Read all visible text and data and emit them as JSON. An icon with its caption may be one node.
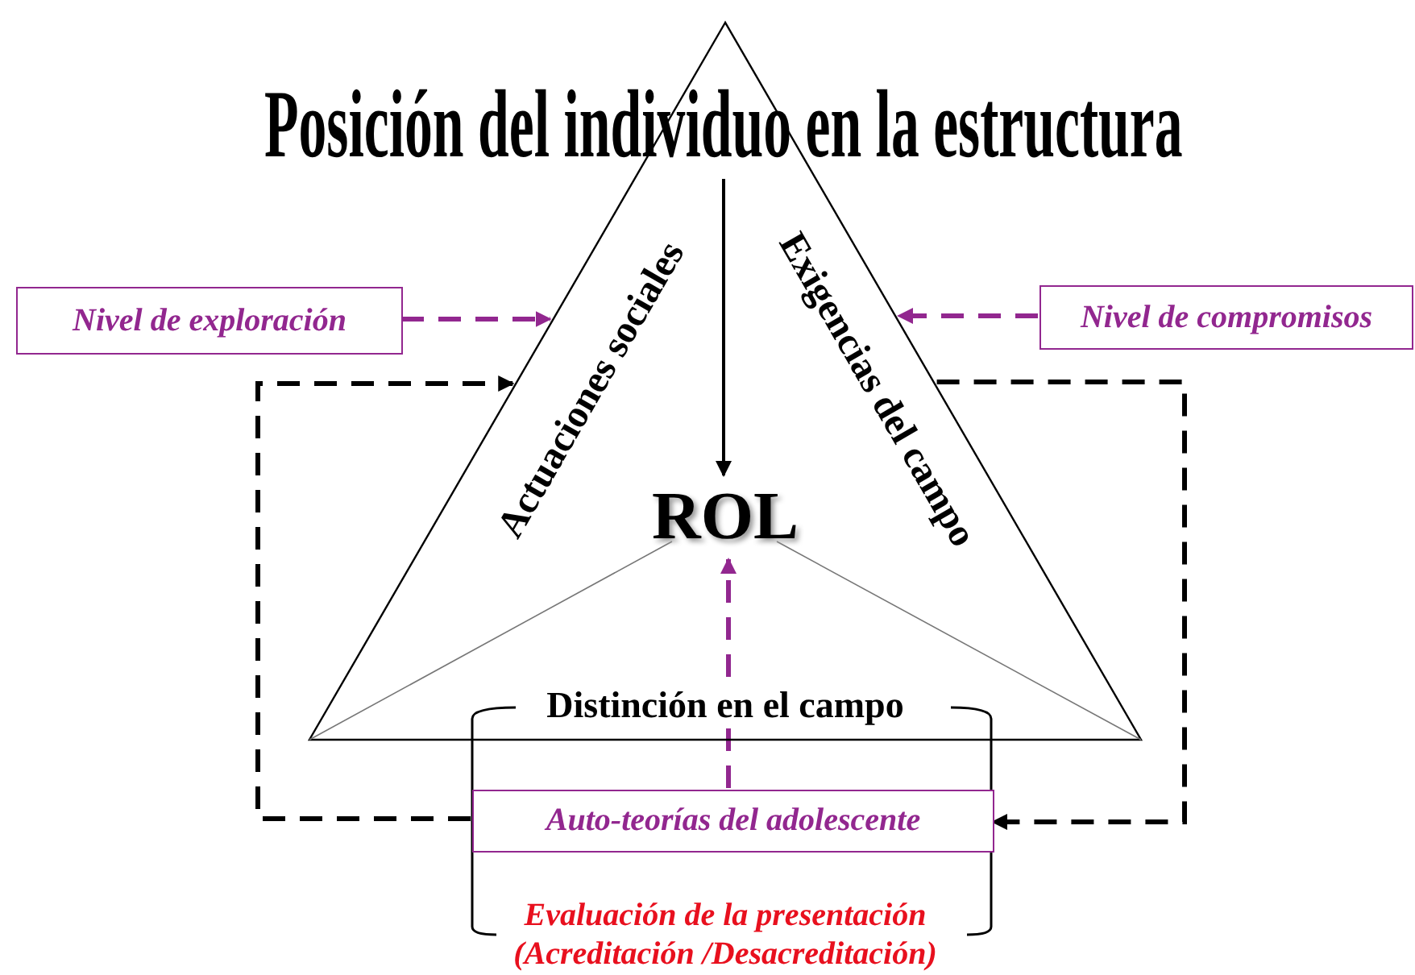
{
  "diagram": {
    "nodes": [
      {
        "text": [
          "Posición del individuo en la estructura"
        ]
      },
      {
        "text": [
          "Actuaciones sociales",
          "Exigencias del campo"
        ]
      },
      {
        "text": [
          "ROL"
        ],
        "in": 1
      },
      {
        "text": [
          "Nivel de exploración"
        ]
      },
      {
        "text": [
          "Nivel de compromisos"
        ]
      },
      {
        "text": [
          "Auto-teorías del adolescente"
        ]
      }
    ],
    "edges": [
      {
        "from": 0,
        "to": 2,
        "arrow": "to"
      },
      {
        "from": 3,
        "to": 1,
        "arrow": "to",
        "style": "dashed",
        "color": "#92278f"
      },
      {
        "from": 4,
        "to": 1,
        "arrow": "to",
        "style": "dashed",
        "color": "#92278f"
      },
      {
        "from": 5,
        "to": 2,
        "arrow": "to",
        "style": "dashed",
        "color": "#92278f"
      },
      {
        "from": 5,
        "to": 1,
        "arrow": "to",
        "style": "dashed"
      },
      {
        "from": 1,
        "to": 5,
        "arrow": "to",
        "style": "dashed"
      }
    ],
    "labels": [
      "Distinción en el campo",
      "Evaluación de la presentación (Acreditación /Desacreditación)"
    ]
  }
}
